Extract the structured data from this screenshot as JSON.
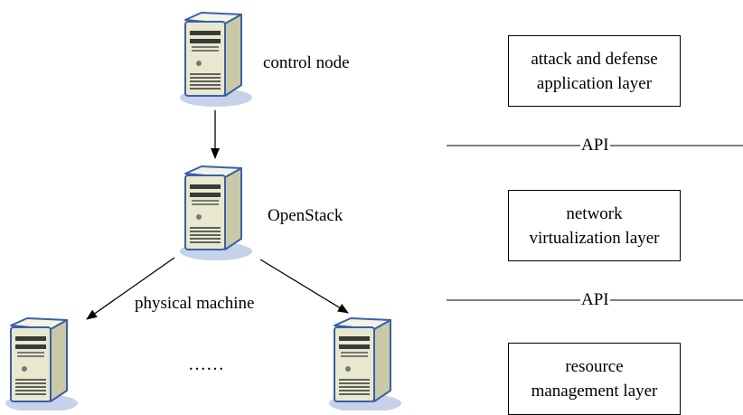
{
  "nodes": {
    "control_label": "control node",
    "openstack_label": "OpenStack",
    "physical_label": "physical machine",
    "ellipsis": "……"
  },
  "layers": {
    "app": [
      "attack and defense",
      "application layer"
    ],
    "net": [
      "network",
      "virtualization layer"
    ],
    "res": [
      "resource",
      "management layer"
    ]
  },
  "api": {
    "top": "API",
    "bottom": "API"
  },
  "icons": {
    "server": "server-tower-icon"
  },
  "colors": {
    "server_body": "#e8e8cf",
    "server_side": "#c9c9a8",
    "server_outline": "#3b5fa8",
    "shadow": "#b9c6e4"
  }
}
